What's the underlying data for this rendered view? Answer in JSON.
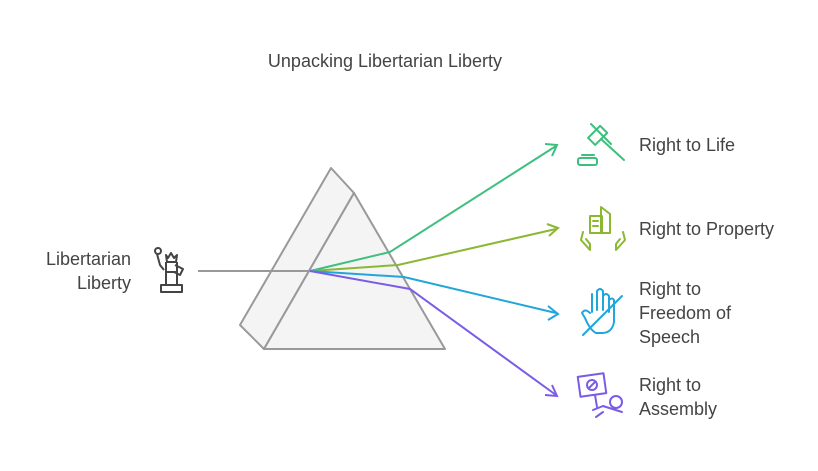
{
  "title": "Unpacking Libertarian Liberty",
  "source": {
    "label_line1": "Libertarian",
    "label_line2": "Liberty",
    "icon": "statue-of-liberty-icon"
  },
  "outputs": [
    {
      "lines": [
        "Right to Life"
      ],
      "icon": "gavel-icon",
      "color": "#3dbf7e"
    },
    {
      "lines": [
        "Right to Property"
      ],
      "icon": "property-hands-icon",
      "color": "#8bb833"
    },
    {
      "lines": [
        "Right to",
        "Freedom of",
        "Speech"
      ],
      "icon": "muted-hand-icon",
      "color": "#21a6db"
    },
    {
      "lines": [
        "Right to",
        "Assembly"
      ],
      "icon": "protest-sign-icon",
      "color": "#7a5ce6"
    }
  ]
}
